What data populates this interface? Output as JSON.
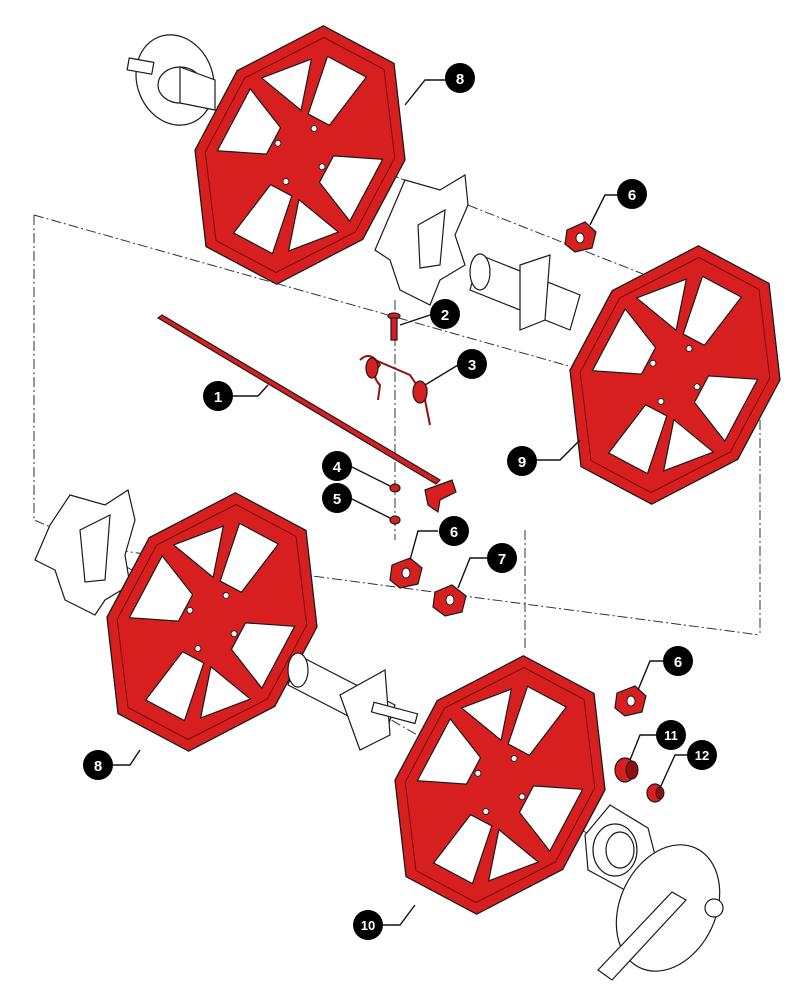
{
  "callouts": [
    {
      "label": "8"
    },
    {
      "label": "6"
    },
    {
      "label": "2"
    },
    {
      "label": "3"
    },
    {
      "label": "1"
    },
    {
      "label": "9"
    },
    {
      "label": "4"
    },
    {
      "label": "5"
    },
    {
      "label": "6"
    },
    {
      "label": "7"
    },
    {
      "label": "6"
    },
    {
      "label": "8"
    },
    {
      "label": "11"
    },
    {
      "label": "12"
    },
    {
      "label": "10"
    }
  ],
  "colors": {
    "highlighted_part": "#d81f1f",
    "callout_badge": "#000000",
    "line_art": "#1a1a1a"
  }
}
